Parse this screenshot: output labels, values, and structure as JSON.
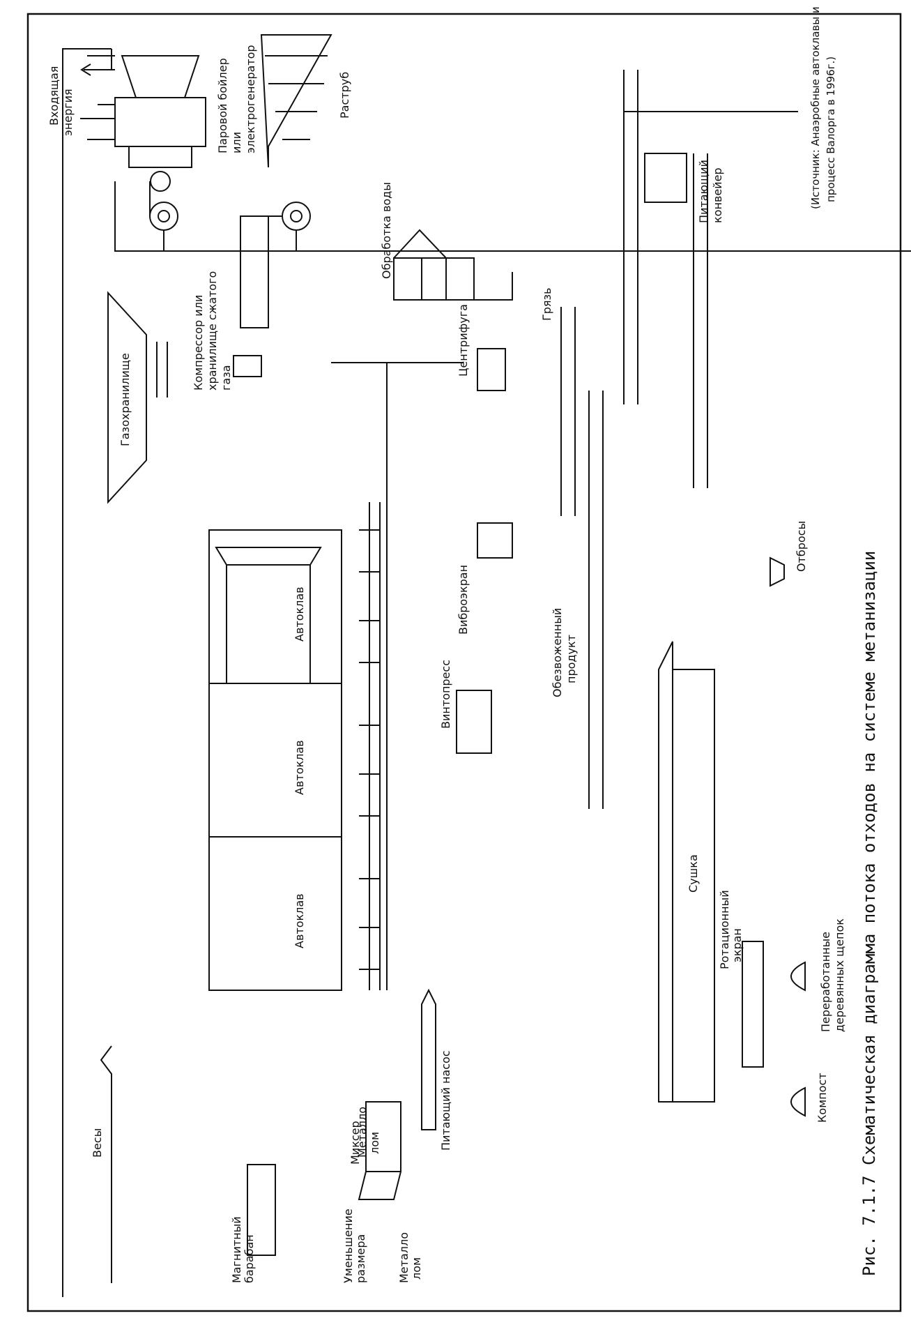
{
  "figure": {
    "caption": "Рис. 7.1.7 Схематическая диаграмма потока отходов на системе метанизации",
    "source_note_1": "(Источник: Анаэробные автоклавы и",
    "source_note_2": "процесс Валорга в 1996г.)"
  },
  "labels": {
    "incoming_energy_1": "Входящая",
    "incoming_energy_2": "энергия",
    "boiler_1": "Паровой бойлер",
    "boiler_2": "или",
    "boiler_3": "электрогенератор",
    "flare": "Раструб",
    "feed_conveyor_1": "Питающий",
    "feed_conveyor_2": "конвейер",
    "water_treatment": "Обработка воды",
    "centrifuge": "Центрифуга",
    "mud": "Грязь",
    "gas_holder": "Газохранилище",
    "compressor_1": "Компрессор или",
    "compressor_2": "хранилище сжатого",
    "compressor_3": "газа",
    "autoclave_1": "Автоклав",
    "autoclave_2": "Автоклав",
    "autoclave_3": "Автоклав",
    "vibroscreen": "Виброэкран",
    "screw_press": "Винтопресс",
    "dewatered_1": "Обезвоженный",
    "dewatered_2": "продукт",
    "rejects": "Отбросы",
    "rotary_screen_1": "Ротационный",
    "rotary_screen_2": "экран",
    "dryer": "Сушка",
    "wood_chips_1": "Переработанные",
    "wood_chips_2": "деревянных щепок",
    "compost": "Компост",
    "feed_pump": "Питающий насос",
    "mixer": "Миксер",
    "scales": "Весы",
    "metal_scrap_1a": "Металло",
    "metal_scrap_1b": "лом",
    "magnetic_drum_1": "Магнитный",
    "magnetic_drum_2": "барабан",
    "size_reduction_1": "Уменьшение",
    "size_reduction_2": "размера",
    "metal_scrap_2a": "Металло",
    "metal_scrap_2b": "лом"
  }
}
